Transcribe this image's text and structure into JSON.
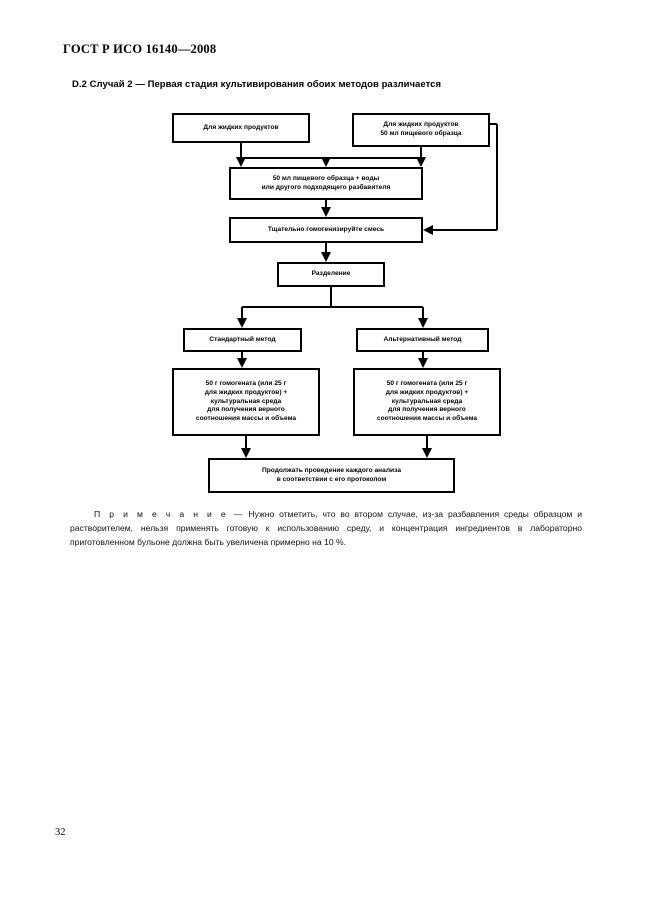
{
  "document": {
    "standard_header": "ГОСТ Р ИСО 16140—2008",
    "section_title": "D.2 Случай 2 — Первая стадия культивирования обоих методов различается",
    "page_number": "32"
  },
  "flowchart": {
    "type": "flowchart",
    "boxes": {
      "solid_products": {
        "lines": [
          "Для жидких продуктов"
        ]
      },
      "liquid_products": {
        "lines": [
          "Для жидких продуктов",
          "50 мл пищевого образца"
        ]
      },
      "dilute": {
        "lines": [
          "50 мл пищевого образца + воды",
          "или другого подходящего разбавителя"
        ]
      },
      "homogenize": {
        "lines": [
          "Тщательно гомогенизируйте смесь"
        ]
      },
      "separate": {
        "lines": [
          "Разделение"
        ]
      },
      "standard_method": {
        "lines": [
          "Стандартный метод"
        ]
      },
      "alternative_method": {
        "lines": [
          "Альтернативный метод"
        ]
      },
      "standard_detail": {
        "lines": [
          "50 г гомогената (или 25 г",
          "для жидких продуктов) +",
          "культуральная среда",
          "для получения верного",
          "соотношения массы и объема"
        ]
      },
      "alternative_detail": {
        "lines": [
          "50 г гомогената (или 25 г",
          "для жидких продуктов) +",
          "культуральная среда",
          "для получения верного",
          "соотношения массы и объема"
        ]
      },
      "continue": {
        "lines": [
          "Продолжать проведение каждого анализа",
          "в соответствии с его протоколом"
        ]
      }
    }
  },
  "note": {
    "label": "П р и м е ч а н и е",
    "dash": "—",
    "text": "Нужно отметить, что во втором случае, из-за разбавления среды образцом и растворителем, нельзя применять готовую к использованию среду, и концентрация ингредиентов в лабораторно приготовленном бульоне должна быть увеличена примерно на 10 %."
  }
}
